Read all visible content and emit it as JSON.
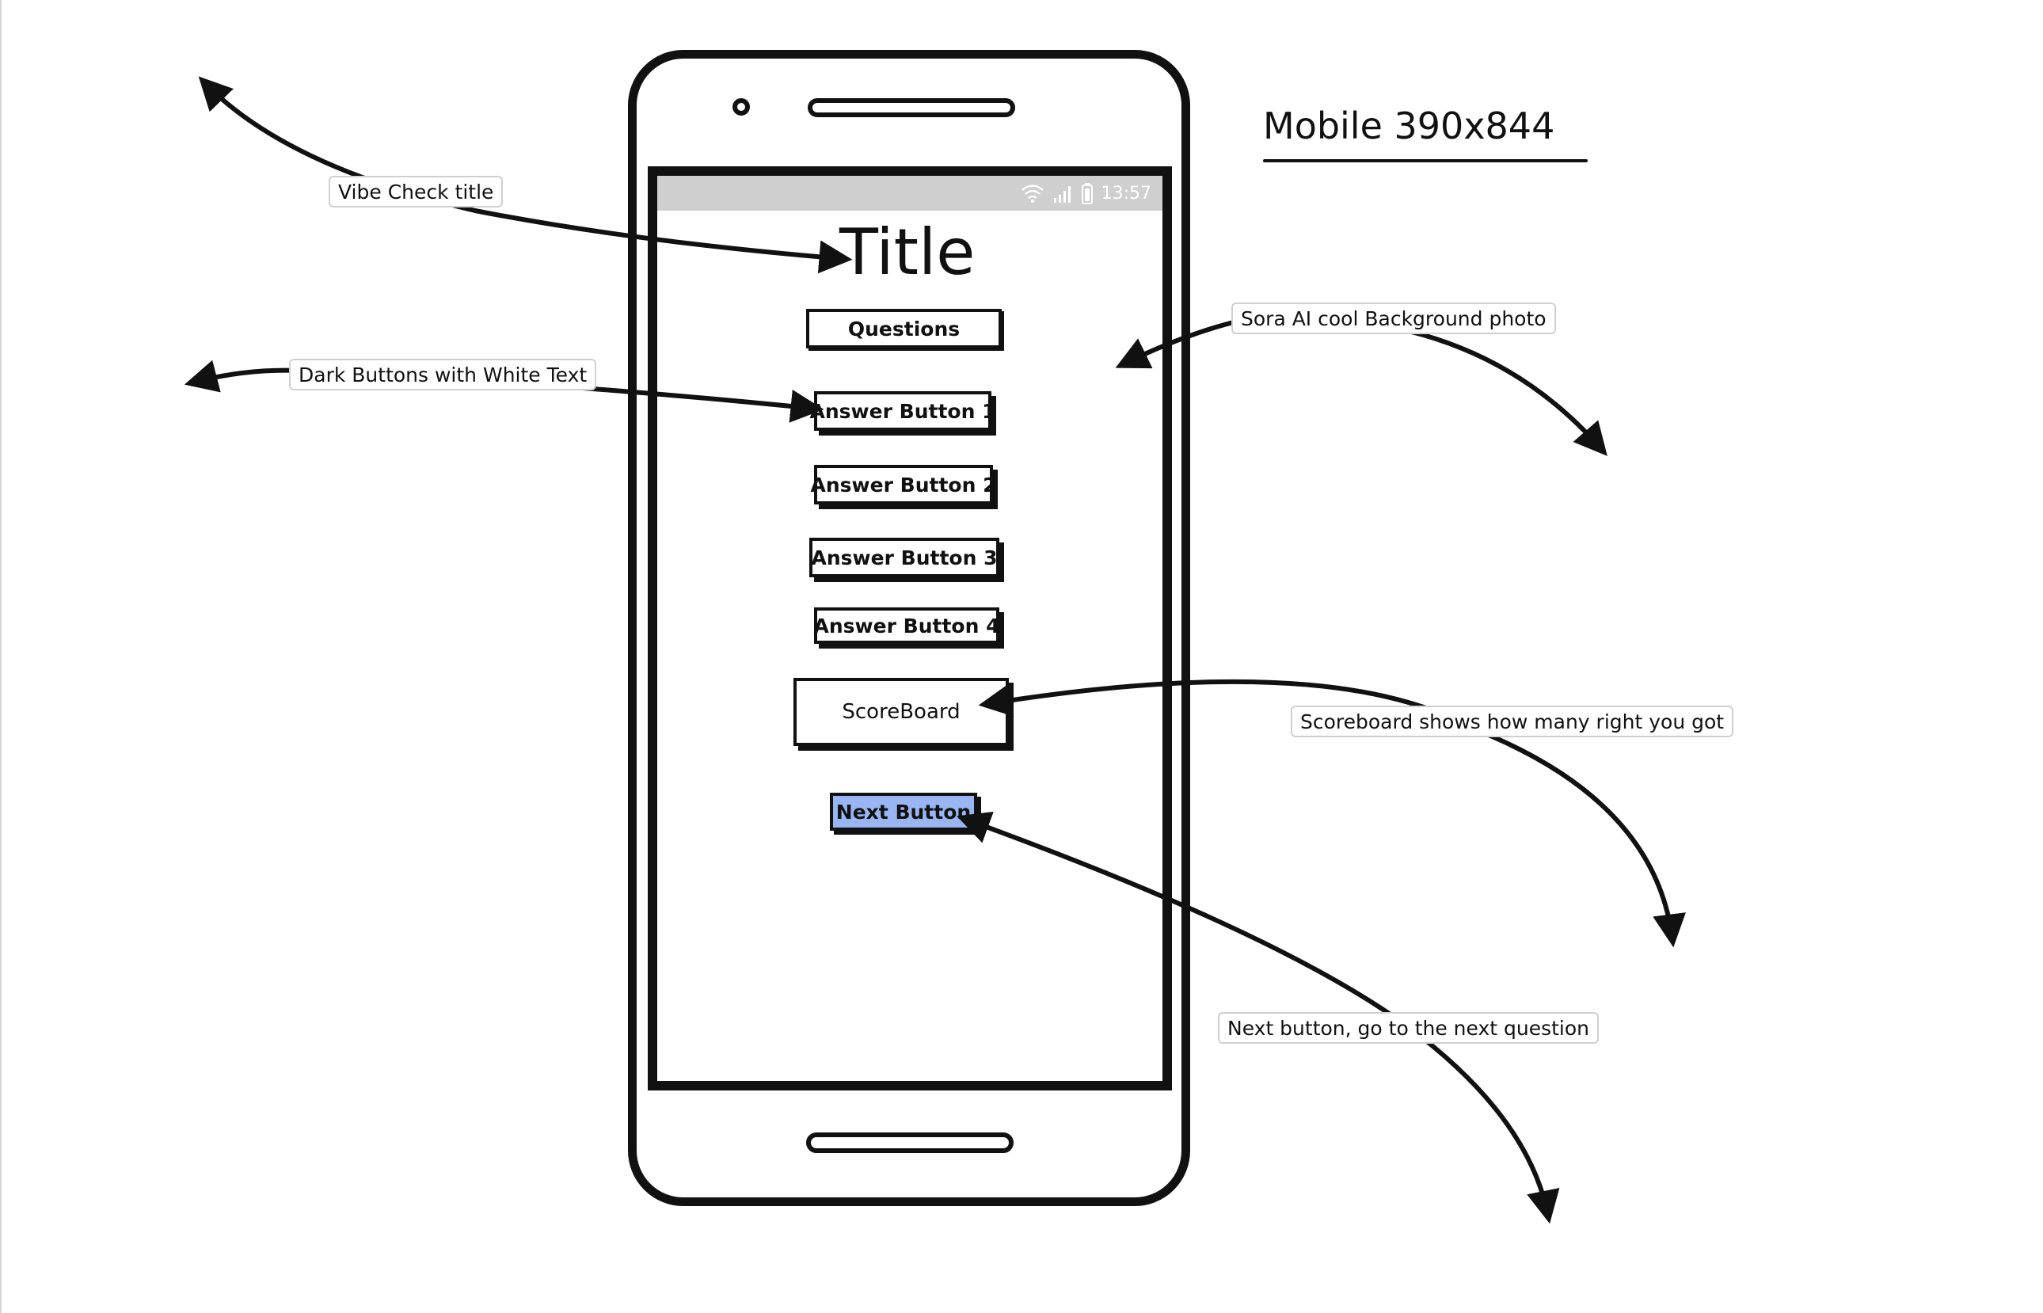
{
  "heading": "Mobile 390x844",
  "phone": {
    "status_time": "13:57",
    "screen_title": "Title",
    "questions_label": "Questions",
    "answer_buttons": [
      "Answer Button 1",
      "Answer Button 2",
      "Answer Button 3",
      "Answer Button 4"
    ],
    "scoreboard_label": "ScoreBoard",
    "next_label": "Next Button"
  },
  "annotations": {
    "vibe_check_title": "Vibe Check title",
    "dark_buttons": "Dark Buttons with White Text",
    "background_photo": "Sora AI cool Background photo",
    "scoreboard": "Scoreboard shows how many right you got",
    "next_button": "Next button, go to the next question"
  },
  "colors": {
    "ink": "#111111",
    "next_button_fill": "#99b6f2",
    "status_bar": "#cfcfcf",
    "note_border": "#d0d0d0"
  }
}
